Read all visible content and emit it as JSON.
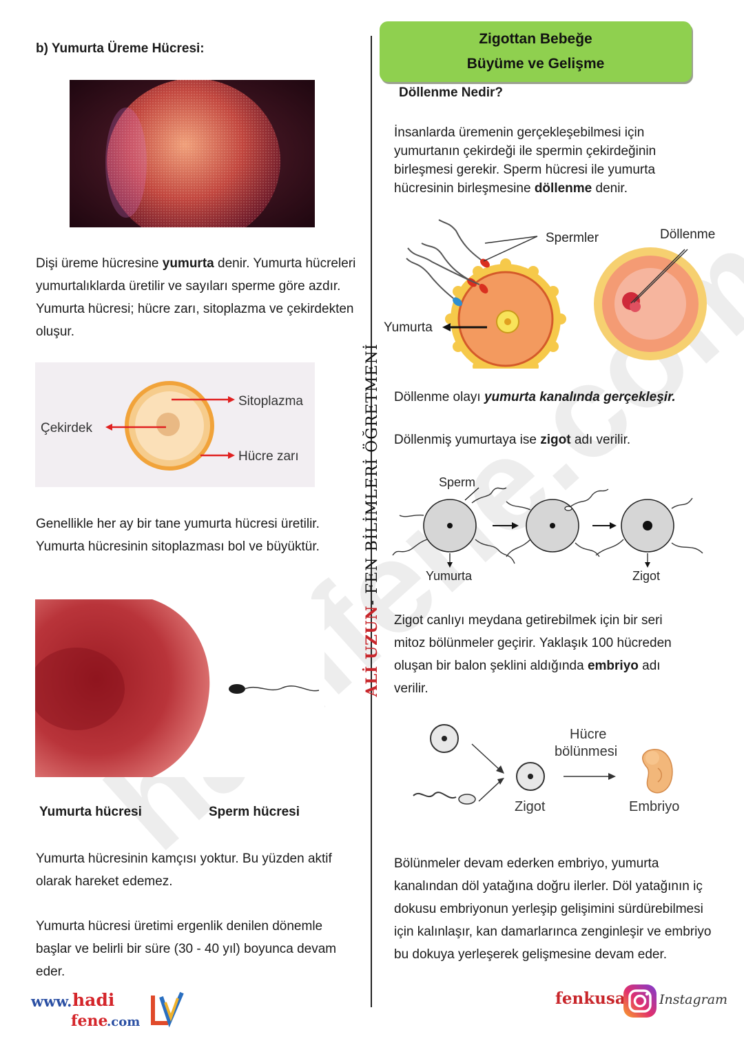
{
  "left": {
    "heading": "b) Yumurta  Üreme Hücresi:",
    "para1": {
      "pre": "Dişi üreme hücresine ",
      "bold": "yumurta",
      "post": " denir. Yumurta hücreleri yumurtalıklarda üretilir ve sayıları sperme göre azdır. Yumurta hücresi; hücre zarı, sitoplazma ve çekirdekten oluşur."
    },
    "egg_diagram": {
      "sitoplazma": "Sitoplazma",
      "cekirdek": "Çekirdek",
      "hucre_zari": "Hücre zarı"
    },
    "para2": "Genellikle her ay bir tane yumurta hücresi üretilir. Yumurta hücresinin sitoplazması bol ve büyüktür.",
    "caption_egg": "Yumurta hücresi",
    "caption_sperm": "Sperm hücresi",
    "para3": "Yumurta hücresinin kamçısı yoktur. Bu yüzden aktif olarak hareket edemez.",
    "para4": "Yumurta hücresi üretimi ergenlik denilen dönemle başlar ve belirli bir süre (30 - 40 yıl) boyunca devam eder."
  },
  "vertical_credit": {
    "name": "ALİ UZUN",
    "title": " - FEN BİLİMLERİ ÖĞRETMENİ"
  },
  "right": {
    "title_line1": "Zigottan Bebeğe",
    "title_line2": "Büyüme ve Gelişme",
    "heading": "Döllenme Nedir?",
    "para5": {
      "pre": "İnsanlarda üremenin gerçekleşebilmesi için yumurtanın çekirdeği ile spermin çekirdeğinin birleşmesi gerekir. Sperm hücresi ile yumurta hücresinin birleşmesine ",
      "bold": "döllenme",
      "post": " denir."
    },
    "fert_diagram": {
      "spermler": "Spermler",
      "dollenme": "Döllenme",
      "yumurta": "Yumurta"
    },
    "para6": {
      "pre": "Döllenme olayı ",
      "bold_italic": "yumurta kanalında gerçekleşir."
    },
    "para7": {
      "pre": "Döllenmiş yumurtaya ise ",
      "bold": "zigot",
      "post": " adı verilir."
    },
    "zygote_diagram": {
      "sperm": "Sperm",
      "yumurta": "Yumurta",
      "zigot": "Zigot"
    },
    "para8": {
      "pre": "Zigot canlıyı  meydana getirebilmek için bir seri mitoz bölünmeler geçirir. Yaklaşık 100 hücreden oluşan bir balon şeklini aldığında ",
      "bold": "embriyo",
      "post": " adı verilir."
    },
    "embryo_diagram": {
      "hucre": "Hücre",
      "bolunmesi": "bölünmesi",
      "zigot": "Zigot",
      "embriyo": "Embriyo"
    },
    "para9": "Bölünmeler devam ederken embriyo, yumurta kanalından döl yatağına doğru ilerler. Döl yatağının iç dokusu embriyonun yerleşip gelişimini sürdürebilmesi için kalınlaşır, kan damarlarınca zenginleşir ve embriyo bu dokuya yerleşerek gelişmesine devam eder."
  },
  "footer": {
    "www": "www.",
    "hadi": "hadi",
    "fene": "fene",
    "com": ".com",
    "fenkusagi": "fenkusagi",
    "instagram": "Instagram"
  },
  "watermark": "hadifene.com",
  "colors": {
    "title_green": "#8fd04f",
    "accent_red": "#c8262b",
    "accent_blue": "#2a4fa3"
  }
}
